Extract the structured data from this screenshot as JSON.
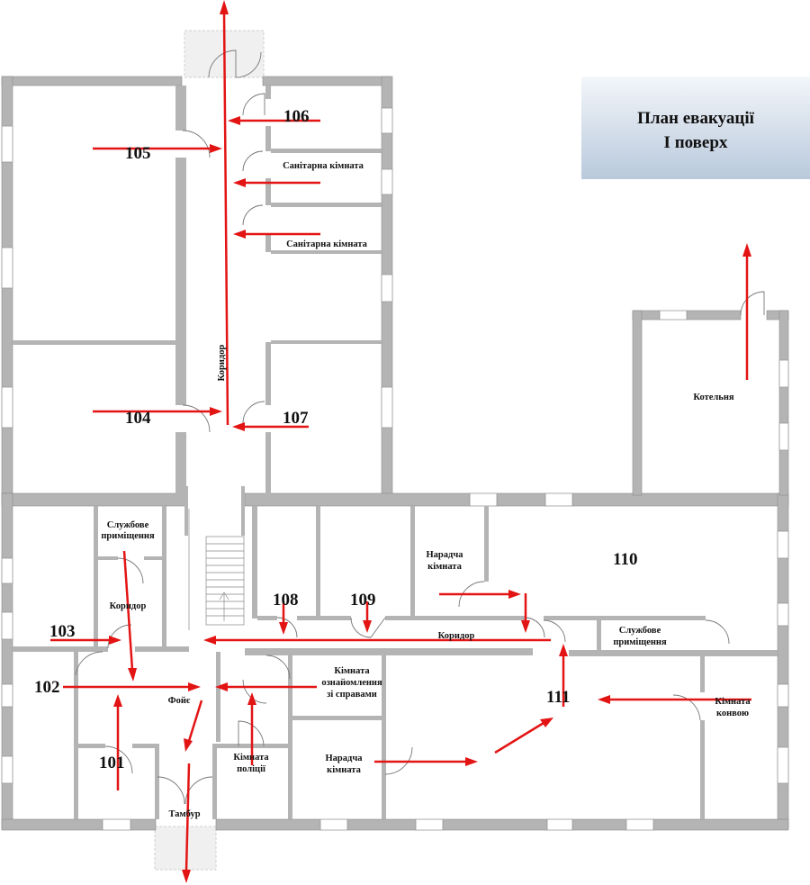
{
  "title": {
    "line1": "План евакуації",
    "line2": "І поверх"
  },
  "rooms": {
    "r105": "105",
    "r106": "106",
    "r104": "104",
    "r107": "107",
    "r103": "103",
    "r102": "102",
    "r101": "101",
    "r108": "108",
    "r109": "109",
    "r110": "110",
    "r111": "111"
  },
  "labels": {
    "sanitary1": "Санітарна кімната",
    "sanitary2": "Санітарна кімната",
    "corridor_vertical": "Коридор",
    "boiler": "Котельня",
    "service1_line1": "Службове",
    "service1_line2": "приміщення",
    "corridor_left": "Коридор",
    "meeting1_line1": "Нарадча",
    "meeting1_line2": "кімната",
    "corridor_main": "Коридор",
    "service2_line1": "Службове",
    "service2_line2": "приміщення",
    "info_line1": "Кімната",
    "info_line2": "ознайомлення",
    "info_line3": "зі справами",
    "foyer": "Фойє",
    "convoy_line1": "Кімната",
    "convoy_line2": "конвою",
    "police_line1": "Кімната",
    "police_line2": "поліції",
    "meeting2_line1": "Нарадча",
    "meeting2_line2": "кімната",
    "vestibule": "Тамбур"
  },
  "colors": {
    "arrow": "#e31414",
    "wall": "#b4b4b4",
    "title_box_top": "#f3f6fa",
    "title_box_bottom": "#b9c9dc"
  }
}
